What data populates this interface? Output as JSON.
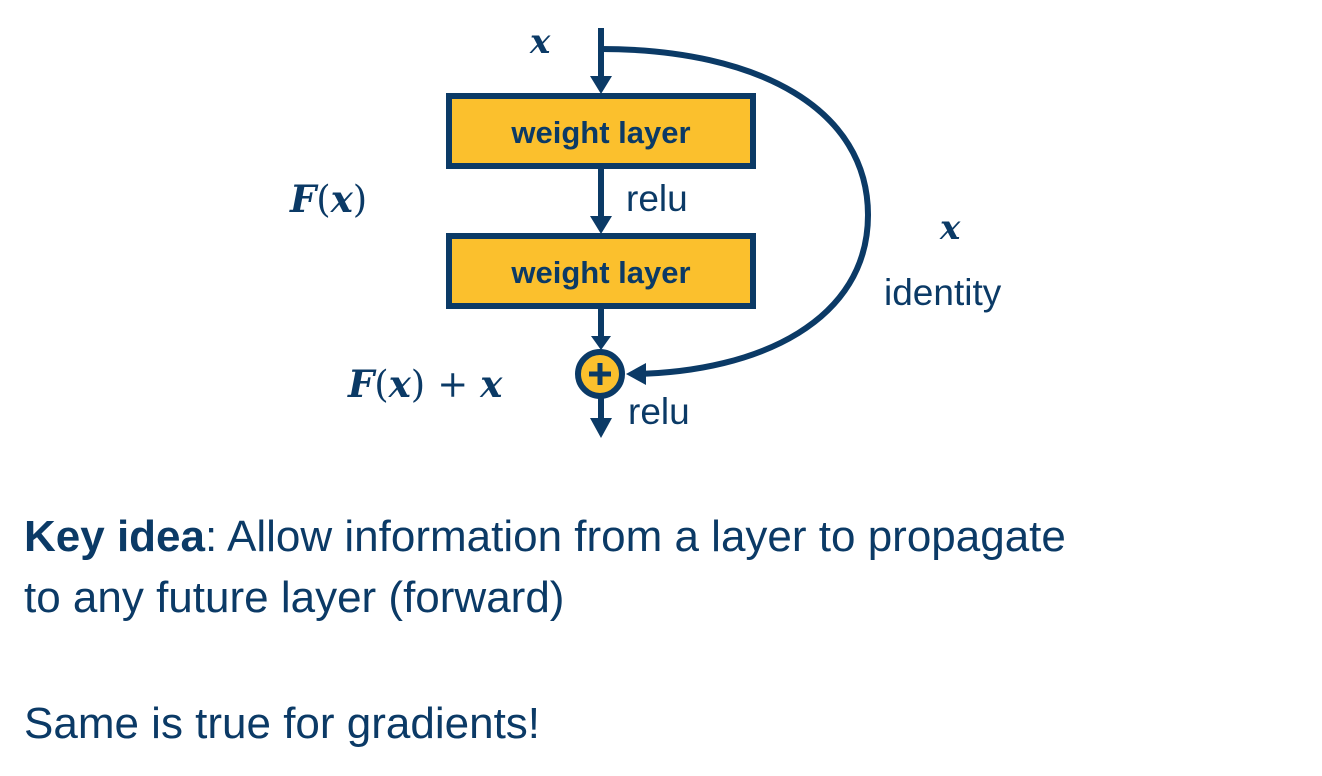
{
  "diagram": {
    "input_label": "x",
    "block1_label": "weight layer",
    "block2_label": "weight layer",
    "mid_activation": "relu",
    "out_activation": "relu",
    "fx_label": {
      "f": "F",
      "open": "(",
      "x": "x",
      "close": ")"
    },
    "sum_label": {
      "f": "F",
      "open": "(",
      "x": "x",
      "close": ")",
      "plus": "+",
      "x2": "x"
    },
    "shortcut_var": "x",
    "shortcut_label": "identity",
    "plus_symbol": "+"
  },
  "text": {
    "key_idea_bold": "Key idea",
    "key_idea_rest_line1": ": Allow information from a layer to propagate",
    "key_idea_line2": "to any future layer (forward)",
    "same_line": "Same is true for gradients!"
  },
  "colors": {
    "navy": "#0b3a66",
    "gold": "#fbc02d",
    "background": "#ffffff"
  }
}
